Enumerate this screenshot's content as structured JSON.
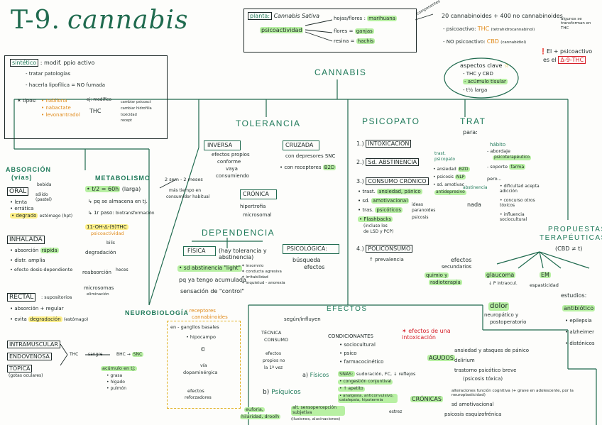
{
  "title": {
    "num": "T-9.",
    "name": "cannabis"
  },
  "planta": {
    "label": "planta:",
    "name": "Cannabis Sativa",
    "psico": "psicoactividad",
    "hojas": "hojas/flores",
    "marihuana": "marihuana",
    "flores": "flores",
    "ganjas": "ganjas",
    "resina": "resina",
    "hashis": "hachís"
  },
  "comp": {
    "label": "componentes",
    "c1": "20 cannabinoides + 400 no cannabinoides",
    "c2a": "- psicoactivo:",
    "thc": "THC",
    "c2b": "(tetrahidrocannabinol)",
    "c3a": "- NO psicoactivo:",
    "cbd": "CBD",
    "c3b": "(cannabidiol)",
    "side": "algunos se transforman en THC",
    "el": "El + psicoactivo",
    "el2": "es el",
    "d9": "Δ-9-THC"
  },
  "sintetico": {
    "label": "sintético",
    "a": ": modif. ppio activo",
    "b": "- tratar patologías",
    "c": "- hacerla lipofílica = NO fumada",
    "tipos": "✶ tipos:",
    "t1": "• nabilona",
    "t2": "• nabactate",
    "t3": "• levonantradol",
    "modif": "ej: modifico",
    "thc": "THC",
    "cambiar1": "cambiar psicoact",
    "cambiar2": "cambiar hidrofilia",
    "toxi": "toxicidad",
    "recept": "recept"
  },
  "cannabis": "CANNABIS",
  "aspectos": {
    "title": "aspectos clave",
    "a1": "- THC y CBD",
    "a2": "- acúmulo tisular",
    "a3": "- t½ larga"
  },
  "tolerancia": {
    "title": "TOLERANCIA",
    "inversa": "INVERSA",
    "inv1": "efectos propios",
    "inv2": "conforme",
    "inv3": "vaya",
    "inv4": "consumiendo",
    "cruzada": "CRUZADA",
    "cr1": "con depresores SNC",
    "cr2": "• con receptores",
    "b2d": "B2D",
    "cronica": "CRÓNICA",
    "cro1": "hipertrofia",
    "cro2": "microsomal"
  },
  "psicopato": {
    "title": "PSICOPATO",
    "p1n": "1.)",
    "p1": "INTOXICACIÓN",
    "p2n": "2.)",
    "p2": "Sd. ABSTINENCIA",
    "p3n": "3.)",
    "p3": "CONSUMO CRÓNICO",
    "p3a": "• trast.",
    "p3a2": "ansiedad, pánico",
    "p3b": "• sd.",
    "p3b2": "amotivacional",
    "p3c": "• tras.",
    "p3c2": "psicóticos",
    "ideas": "ideas",
    "paran": "paranoides",
    "psicosis": "psicosis",
    "flash": "• Flashbacks",
    "flash2": "(incluso los",
    "flash3": "de LSD y PCP)",
    "p4n": "4.)",
    "p4": "POLICONSUMO",
    "prev": "↑ prevalencia"
  },
  "trat": {
    "title": "TRAT",
    "para": "para:",
    "trast": "trast.",
    "psicopato": "psicopato",
    "ans": "• ansiedad",
    "bzd": "BZD",
    "psico": "• psicosis",
    "nlp": "NLP",
    "amot": "• sd. amotivac",
    "antidep": "antidepresivo",
    "abst": "abstinencia",
    "nada": "nada",
    "habito": "hábito",
    "ab": "- abordaje",
    "psicot": "psicoterapéutico",
    "soporte": "- soporte",
    "farma": "farma",
    "pero": "pero...",
    "dific": "• dificultad acepta adicción",
    "conc": "• concurso otros tóxicos",
    "infl": "• influencia sociocultural"
  },
  "absorcion": {
    "title": "ABSORCIÓN",
    "vias": "(vías)",
    "oral": "ORAL",
    "bebida": "bebida",
    "solido": "sólido (pastel)",
    "o1": "• lenta",
    "o2": "• errática",
    "o3": "• degrado",
    "estom": "estómago (hpt)",
    "inh": "INHALADA",
    "i1": "• absorción",
    "rapida": "rápida",
    "i2": "• distr. amplia",
    "i3": "• efecto dosis-dependiente",
    "rectal": "RECTAL",
    "supos": ": supositorios",
    "r1": "• absorción + regular",
    "r2": "• evita",
    "degr": "degradación",
    "r2b": "(estómago)",
    "intra": "INTRAMUSCULAR",
    "endo": "ENDOVENOSA",
    "topica": "TÓPICA",
    "gotas": "(gotas oculares)"
  },
  "metab": {
    "title": "METABOLISMO",
    "t12": "• t/2 = 60h",
    "larga": "(larga)",
    "semanas": "2 sem - 2 meses",
    "mas": "más tiempo en",
    "cons": "consumidor habitual",
    "pq": "↳ pq se almacena en tj.",
    "paso": "↳ 1r paso:",
    "biotr": "biotransformación",
    "met": "11-OH-Δ-(9)THC",
    "psicoact": "psicoactividad",
    "bilis": "bilis",
    "degrad": "degradación",
    "reab": "reabsorción",
    "heces": "heces",
    "micro": "microsomas",
    "elim": "eliminación",
    "thc": "THC",
    "sangre": "sangre",
    "bhc": "BHC",
    "snc": "SNC",
    "acum": "acúmulo en tj:",
    "grasa": "• grasa",
    "higado": "• hígado",
    "pulmon": "• pulmón"
  },
  "dependencia": {
    "title": "DEPENDENCIA",
    "fisica": "FÍSICA",
    "hay": "(hay tolerancia y abstinencia)",
    "psicol": "PSICOLÓGICA:",
    "busq": "búsqueda",
    "efectos": "efectos",
    "light": "• sd abstinencia \"light\"",
    "l1": "✶ insomnio",
    "l2": "✶ conducta agresiva",
    "l3": "✶ irritabilidad",
    "l4": "✶ inquietud - anorexia",
    "pq": "pq ya tengo acumulada",
    "sens": "sensación de \"control\""
  },
  "neuro": {
    "title": "NEUROBIOLOGÍA",
    "rec": ": receptores",
    "canab": "cannabinoides",
    "n1": "en - ganglios basales",
    "n2": "• hipocampo",
    "n3": "©",
    "via": "vía",
    "dop": "dopaminérgica",
    "ef": "efectos",
    "ref": "reforzadores"
  },
  "efectos": {
    "title": "EFECTOS",
    "segun": "según/influyen",
    "tec": "TÉCNICA",
    "consumo": "CONSUMO",
    "cond": "CONDICIONANTES",
    "soc": "• sociocultural",
    "psi": "• psico",
    "farm": "• farmacocinético",
    "ef1": "efectos",
    "prop": "propios no",
    "la1": "la 1ª vez",
    "a": "a)",
    "fis": "Físicos",
    "snas": "SNAS:",
    "snas2": "sudoración, FC, ↓ reflejos",
    "f1": "• congestión conjuntival",
    "f2": "• ↑ apetito",
    "f3": "• analgesia, anticonvulsivo, catalepsia, hipotermia",
    "b": "b)",
    "psiq": "Psíquicos",
    "euf": "euforia,",
    "hil": "hilaridad, droolh",
    "alt": "alt. sensopercepción subjetiva",
    "ilus": "(ilusiones, alucinaciones)",
    "estrez": "estrez",
    "intox": "✶ efectos de una intoxicación",
    "agudos": "AGUDOS",
    "ag1": "ansiedad y ataques de pánico",
    "ag2": "delirium",
    "ag3": "trastorno psicótico breve",
    "ag4": "(psicosis tóxica)",
    "cron": "CRÓNICAS",
    "cr1": "alteraciones función cognitiva (+ grave en adolescente, por la neuroplasticidad)",
    "cr2": "sd amotivacional",
    "cr3": "psicosis esquizofrénica"
  },
  "propuestas": {
    "title1": "PROPUESTAS",
    "title2": "TERAPÉUTICAS",
    "cbd": "(CBD ≠ t)",
    "qt1": "efectos",
    "qt2": "secundarios",
    "quimio": "quimio y",
    "radio": "radioterapia",
    "glau": "glaucoma",
    "pio": "↓ P intraocul.",
    "em": "EM",
    "esp": "espasticidad",
    "dolor": "dolor",
    "neur": "neuropático y",
    "post": "postoperatorio",
    "estud": "estudios:",
    "anti": "antibiótico",
    "epi": "• epilepsia",
    "alz": "• alzheimer",
    "dist": "• distónicos"
  }
}
